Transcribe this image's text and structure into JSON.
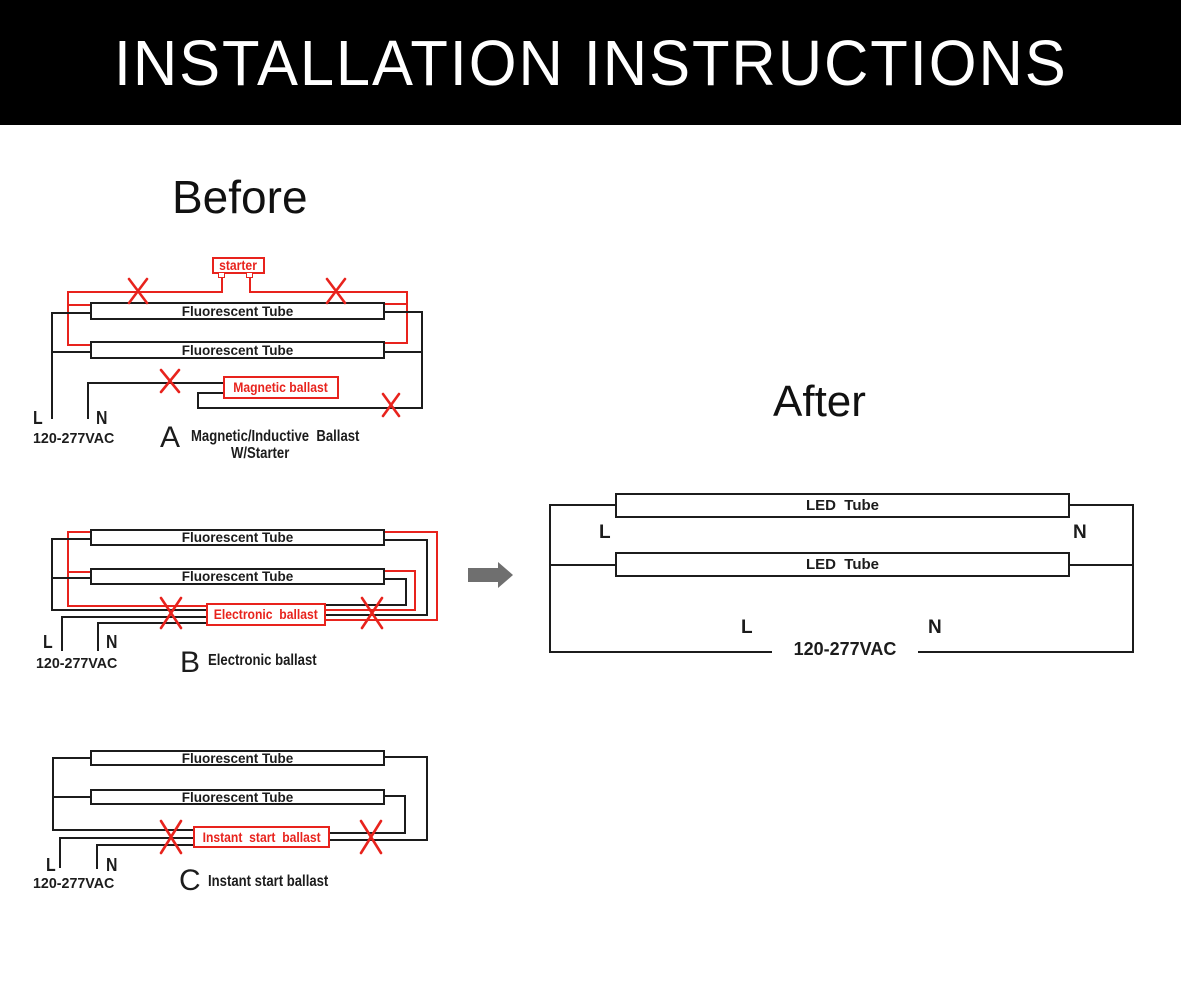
{
  "header": {
    "title": "INSTALLATION INSTRUCTIONS"
  },
  "sections": {
    "before_title": "Before",
    "after_title": "After"
  },
  "colors": {
    "red": "#e8231d",
    "black": "#1c1c1c",
    "header_bg": "#000000",
    "arrow_gray": "#6f6f6f"
  },
  "diagram_a": {
    "starter": "starter",
    "tube1": "Fluorescent Tube",
    "tube2": "Fluorescent Tube",
    "ballast": "Magnetic ballast",
    "line": "L",
    "neutral": "N",
    "voltage": "120-277VAC",
    "key": "A",
    "caption": "Magnetic/Inductive  Ballast",
    "caption2": "W/Starter"
  },
  "diagram_b": {
    "tube1": "Fluorescent Tube",
    "tube2": "Fluorescent Tube",
    "ballast": "Electronic  ballast",
    "line": "L",
    "neutral": "N",
    "voltage": "120-277VAC",
    "key": "B",
    "caption": "Electronic ballast"
  },
  "diagram_c": {
    "tube1": "Fluorescent Tube",
    "tube2": "Fluorescent Tube",
    "ballast": "Instant  start  ballast",
    "line": "L",
    "neutral": "N",
    "voltage": "120-277VAC",
    "key": "C",
    "caption": "Instant start ballast"
  },
  "diagram_after": {
    "tube1": "LED  Tube",
    "tube2": "LED  Tube",
    "line_top": "L",
    "neutral_top": "N",
    "line_bottom": "L",
    "neutral_bottom": "N",
    "voltage": "120-277VAC"
  }
}
